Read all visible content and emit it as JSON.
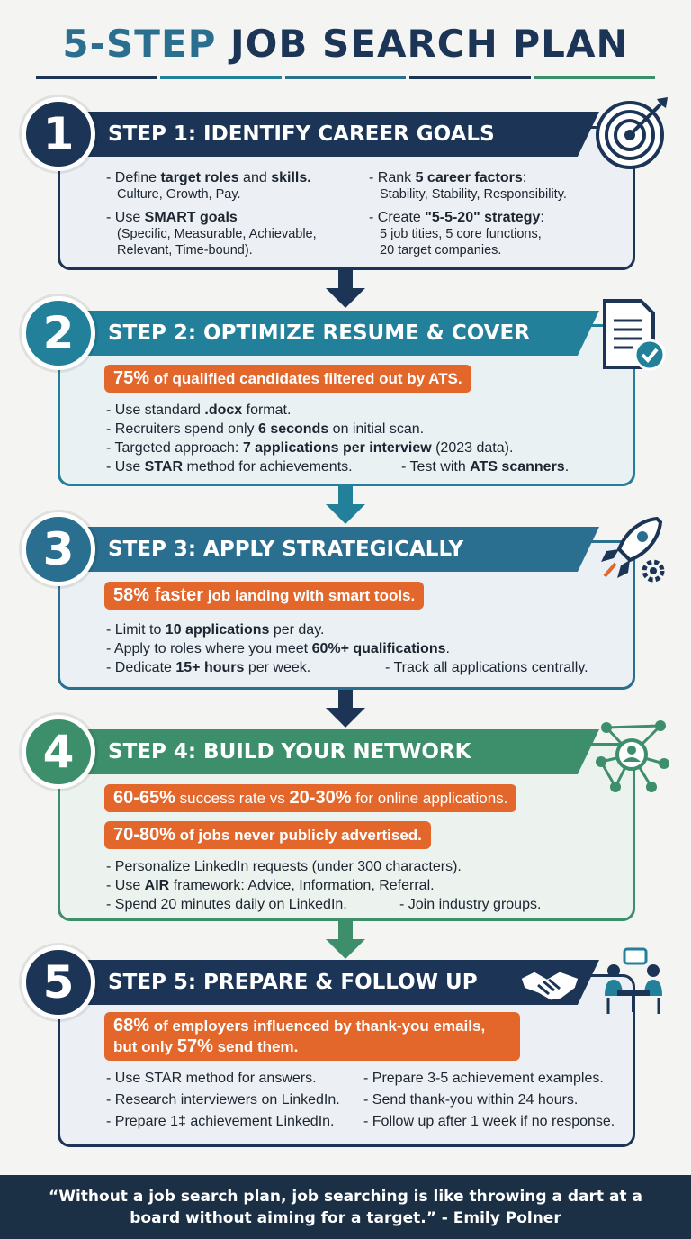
{
  "title": {
    "part1": "5-STEP",
    "part2": "JOB SEARCH PLAN"
  },
  "colors": {
    "navy": "#1c3556",
    "teal": "#22809a",
    "blue": "#2a6f8f",
    "green": "#3d8f6b",
    "orange": "#e3662b",
    "quote_bg": "#1b2f45"
  },
  "steps": [
    {
      "number": "1",
      "title": "STEP 1: IDENTIFY CAREER GOALS",
      "icon": "target-icon",
      "bullets": {
        "b1": {
          "prefix": "- Define ",
          "bold1": "target roles",
          "mid": " and ",
          "bold2": "skills.",
          "sub": "Culture, Growth, Pay."
        },
        "b2": {
          "prefix": "- Use ",
          "bold1": "SMART goals",
          "sub1": "(Specific, Measurable, Achievable,",
          "sub2": "Relevant, Time-bound)."
        },
        "b3": {
          "prefix": "- Rank ",
          "bold1": "5 career factors",
          "suffix": ":",
          "sub": "Stability, Stability, Responsibility."
        },
        "b4": {
          "prefix": "- Create ",
          "bold1": "\"5-5-20\" strategy",
          "suffix": ":",
          "sub1": "5 job tities, 5 core functions,",
          "sub2": "20 target companies."
        }
      }
    },
    {
      "number": "2",
      "title": "STEP 2: OPTIMIZE RESUME & COVER LETTER",
      "icon": "document-check-icon",
      "stat": {
        "big": "75%",
        "text": " of qualified candidates filtered out by ATS."
      },
      "bullets": {
        "b1": {
          "prefix": "- Use standard ",
          "bold1": ".docx",
          "suffix": " format."
        },
        "b2": {
          "prefix": "- Recruiters spend only ",
          "bold1": "6 seconds",
          "suffix": " on initial scan."
        },
        "b3": {
          "prefix": "- Targeted approach: ",
          "bold1": "7 applications per interview",
          "suffix": " (2023 data)."
        },
        "b4": {
          "prefix": "- Use ",
          "bold1": "STAR",
          "suffix": " method for achievements."
        },
        "b5": {
          "prefix": "- Test with ",
          "bold1": "ATS scanners",
          "suffix": "."
        }
      }
    },
    {
      "number": "3",
      "title": "STEP 3: APPLY STRATEGICALLY",
      "icon": "rocket-gear-icon",
      "stat": {
        "big": "58% faster",
        "text": " job landing with smart tools."
      },
      "bullets": {
        "b1": {
          "prefix": "- Limit to ",
          "bold1": "10 applications",
          "suffix": " per day."
        },
        "b2": {
          "prefix": "- Apply to roles where you meet ",
          "bold1": "60%+ qualifications",
          "suffix": "."
        },
        "b3": {
          "prefix": "- Dedicate ",
          "bold1": "15+ hours",
          "suffix": " per week."
        },
        "b4": {
          "text": "- Track all applications centrally."
        }
      }
    },
    {
      "number": "4",
      "title": "STEP 4: BUILD YOUR NETWORK",
      "icon": "network-icon",
      "stat1": {
        "big1": "60-65%",
        "mid": " success rate vs ",
        "big2": "20-30%",
        "text": " for online applications."
      },
      "stat2": {
        "big": "70-80%",
        "text": " of jobs never publicly advertised."
      },
      "bullets": {
        "b1": {
          "text": "- Personalize LinkedIn requests (under 300 characters)."
        },
        "b2": {
          "prefix": "- Use ",
          "bold1": "AIR",
          "suffix": " framework: Advice, Information, Referral."
        },
        "b3": {
          "text": "- Spend 20 minutes daily on LinkedIn."
        },
        "b4": {
          "text": "- Join industry groups."
        }
      }
    },
    {
      "number": "5",
      "title": "STEP 5: PREPARE & FOLLOW UP",
      "icon": "handshake-meeting-icon",
      "stat": {
        "big1": "68%",
        "text1": " of employers influenced by thank-you emails,",
        "text2": "but only ",
        "big2": "57%",
        "text3": " send them."
      },
      "bullets": {
        "b1": {
          "text": "- Use STAR method for answers."
        },
        "b2": {
          "text": "- Prepare 3-5 achievement examples."
        },
        "b3": {
          "text": "- Research interviewers on LinkedIn."
        },
        "b4": {
          "text": "- Send thank-you within 24 hours."
        },
        "b5": {
          "text": "- Prepare 1‡ achievement LinkedIn."
        },
        "b6": {
          "text": "- Follow up after 1 week if no response."
        }
      }
    }
  ],
  "quote": {
    "line1": "“Without a job search plan, job searching is like throwing a dart at a",
    "line2": "board without aiming for a target.” - Emily Polner"
  }
}
